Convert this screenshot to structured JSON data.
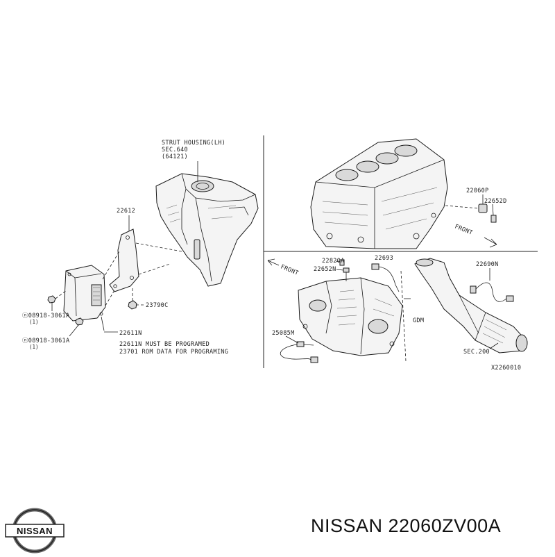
{
  "diagram": {
    "left": {
      "strut_housing": [
        "STRUT HOUSING(LH)",
        "SEC.640",
        "(64121)"
      ],
      "bracket": "22612",
      "nut": "23790C",
      "bolt_upper": [
        "ⓝ08918-3061A",
        "(1)"
      ],
      "bolt_lower": [
        "ⓝ08918-3061A",
        "(1)"
      ],
      "ecm": "22611N",
      "note": [
        "22611N MUST BE PROGRAMED",
        "23701  ROM DATA FOR PROGRAMING"
      ]
    },
    "right_top": {
      "sensor": "22060P",
      "bolt": "22652D",
      "front": "FRONT"
    },
    "right_bottom": {
      "part_a": "22820A",
      "part_b": "22652N",
      "part_c": "22693",
      "front": "FRONT",
      "part_d": "25085M",
      "gdm": "GDM",
      "o2_sensor": "22690N",
      "sec": "SEC.200",
      "ref": "X2260010"
    }
  },
  "logo": {
    "text": "NISSAN"
  },
  "caption": "NISSAN 22060ZV00A"
}
